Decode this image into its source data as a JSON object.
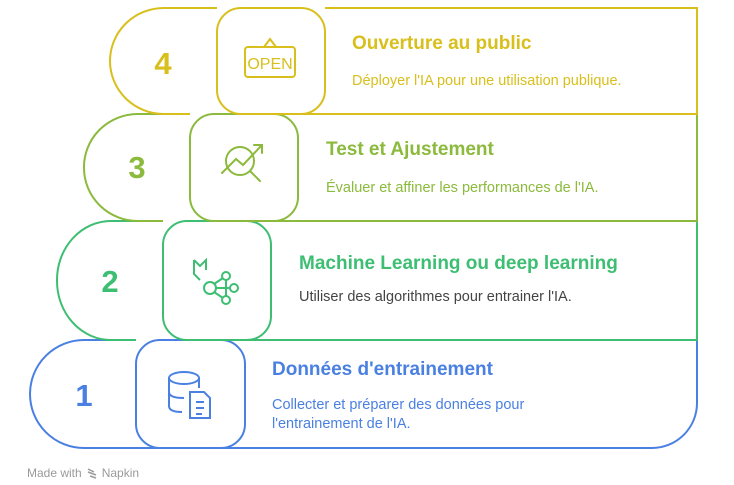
{
  "colors": {
    "step4": "#D8BF1C",
    "step3": "#8BBA3C",
    "step2": "#3DBE72",
    "step1": "#4A80E2",
    "desc2": "#444444",
    "footer": "#9a9a9a"
  },
  "steps": [
    {
      "number": "4",
      "title": "Ouverture au public",
      "description": "Déployer l'IA pour une utilisation publique.",
      "icon": "open-sign-icon"
    },
    {
      "number": "3",
      "title": "Test et Ajustement",
      "description": "Évaluer et affiner les performances de l'IA.",
      "icon": "chart-magnifier-icon"
    },
    {
      "number": "2",
      "title": "Machine Learning ou deep learning",
      "description": "Utiliser des algorithmes pour entrainer l'IA.",
      "icon": "book-network-icon"
    },
    {
      "number": "1",
      "title": "Données d'entrainement",
      "description_line1": "Collecter et préparer des données pour",
      "description_line2": "l'entrainement de l'IA.",
      "icon": "database-document-icon"
    }
  ],
  "footer": {
    "made_with": "Made with",
    "brand": "Napkin"
  }
}
